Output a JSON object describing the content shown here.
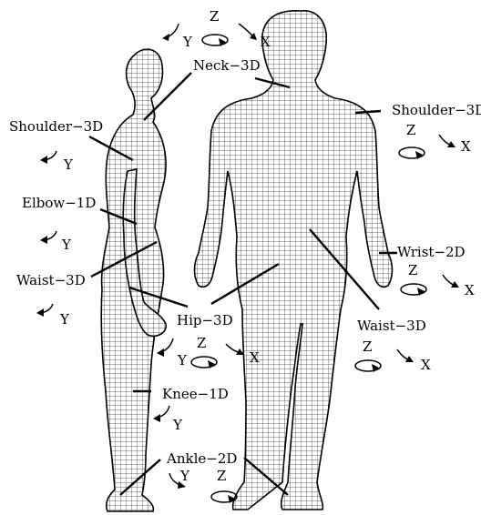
{
  "joints": {
    "neck": "Neck−3D",
    "shoulder_left": "Shoulder−3D",
    "shoulder_right": "Shoulder−3D",
    "elbow": "Elbow−1D",
    "waist_left": "Waist−3D",
    "waist_right": "Waist−3D",
    "wrist": "Wrist−2D",
    "hip": "Hip−3D",
    "knee": "Knee−1D",
    "ankle": "Ankle−2D"
  },
  "axes": {
    "x": "X",
    "y": "Y",
    "z": "Z"
  }
}
